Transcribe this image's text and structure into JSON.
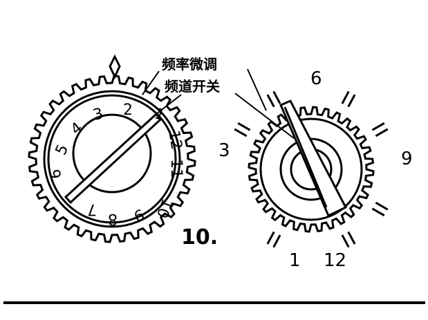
{
  "labels": {
    "fine_tuning": "频率微调",
    "channel_switch": "频道开关",
    "figure_number": "10."
  },
  "channel_dial": {
    "numbers": [
      "1",
      "2",
      "3",
      "4",
      "5",
      "6",
      "7",
      "8",
      "9",
      "10",
      "11",
      "12"
    ],
    "marker_icon": "diamond-icon"
  },
  "fine_tune_dial": {
    "numbers": {
      "three": "3",
      "six": "6",
      "nine": "9",
      "one": "1",
      "twelve": "12"
    }
  },
  "colors": {
    "ink": "#000000",
    "background": "#ffffff"
  }
}
